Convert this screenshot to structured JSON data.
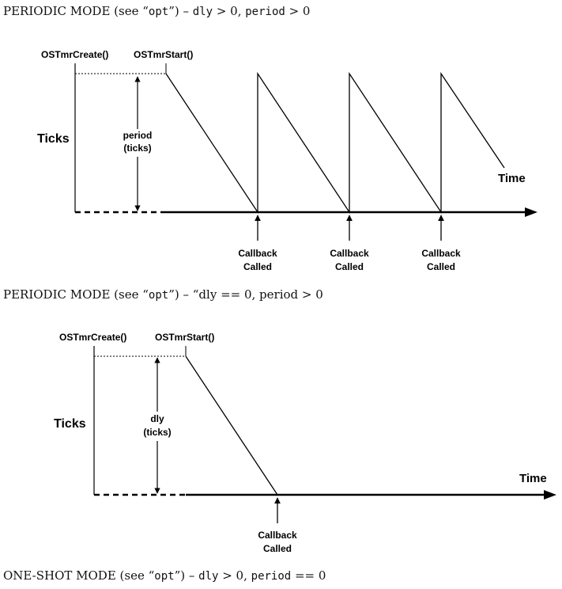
{
  "captions": {
    "first": {
      "prefix": "PERIODIC MODE (see “",
      "opt": "opt",
      "mid": "”) – ",
      "dly_code": "dly",
      "dly_cond": " > 0, ",
      "period_code": "period",
      "period_cond": " > 0"
    },
    "second": {
      "text": "PERIODIC MODE (see “",
      "opt": "opt",
      "rest": "”) – “dly == 0, period > 0"
    },
    "third": {
      "prefix": "ONE-SHOT MODE (see “",
      "opt": "opt",
      "mid": "”) – ",
      "dly_code": "dly",
      "dly_cond": " > 0, ",
      "period_code": "period",
      "period_cond": " == 0"
    }
  },
  "diagram1": {
    "create_label": "OSTmrCreate()",
    "start_label": "OSTmrStart()",
    "ticks_label": "Ticks",
    "span_label_1": "period",
    "span_label_2": "(ticks)",
    "time_label": "Time",
    "callbacks": [
      {
        "line1": "Callback",
        "line2": "Called"
      },
      {
        "line1": "Callback",
        "line2": "Called"
      },
      {
        "line1": "Callback",
        "line2": "Called"
      }
    ]
  },
  "diagram2": {
    "create_label": "OSTmrCreate()",
    "start_label": "OSTmrStart()",
    "ticks_label": "Ticks",
    "span_label_1": "dly",
    "span_label_2": "(ticks)",
    "time_label": "Time",
    "callback": {
      "line1": "Callback",
      "line2": "Called"
    }
  },
  "colors": {
    "ink": "#000000",
    "caption_text": "#111111"
  }
}
